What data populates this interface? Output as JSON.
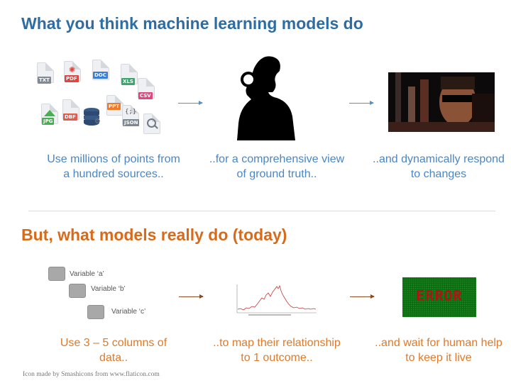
{
  "top_heading": "What you think machine learning models do",
  "bottom_heading": "But, what models really do (today)",
  "file_icons": [
    {
      "label": "TXT",
      "color": "#7f8a94"
    },
    {
      "label": "PDF",
      "color": "#e0463f"
    },
    {
      "label": "DOC",
      "color": "#3b7ed1"
    },
    {
      "label": "XLS",
      "color": "#3aa76d"
    },
    {
      "label": "CSV",
      "color": "#e0457d"
    },
    {
      "label": "JPG",
      "color": "#45b04f"
    },
    {
      "label": "DBF",
      "color": "#e45a4a"
    },
    {
      "label": "PPT",
      "color": "#ee7a2a"
    },
    {
      "label": "JSON",
      "color": "#7d8792"
    }
  ],
  "captions": {
    "top_1_line1": "Use millions of points from",
    "top_1_line2": "a hundred sources..",
    "top_2_line1": "..for a comprehensive view",
    "top_2_line2": "of ground truth..",
    "top_3_line1": "..and dynamically respond",
    "top_3_line2": "to changes",
    "bottom_1_line1": "Use 3 – 5 columns of",
    "bottom_1_line2": "data..",
    "bottom_2_line1": "..to map their relationship",
    "bottom_2_line2": "to 1 outcome..",
    "bottom_3_line1": "..and wait for human help",
    "bottom_3_line2": "to keep it live"
  },
  "variables": [
    "Variable ‘a’",
    "Variable ‘b’",
    "Variable ‘c’"
  ],
  "error_text": "ERROR",
  "credit": "Icon made by Smashicons from www.flaticon.com",
  "colors": {
    "heading_blue": "#2E6DA4",
    "heading_orange": "#D86A1A",
    "caption_blue": "#4A86C5",
    "caption_orange": "#E07A2A",
    "error_bg": "#0d6b12",
    "error_text": "#b01414"
  }
}
